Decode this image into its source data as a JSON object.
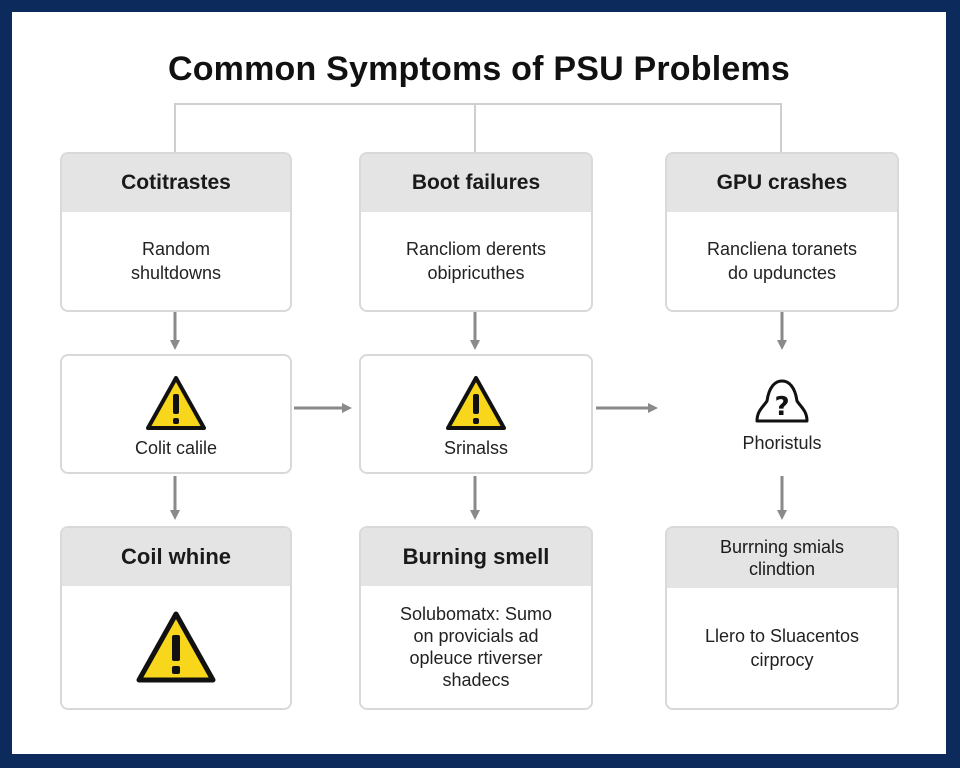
{
  "title": "Common Symptoms of PSU Problems",
  "columns": [
    {
      "top": {
        "header": "Cotitrastes",
        "body": [
          "Random",
          "shultdowns"
        ]
      },
      "middle": {
        "icon": "warning-triangle-icon",
        "label": "Colit calile"
      },
      "bottom": {
        "header": "Coil whine",
        "icon": "warning-triangle-icon"
      }
    },
    {
      "top": {
        "header": "Boot failures",
        "body": [
          "Rancliom derents",
          "obipricuthes"
        ]
      },
      "middle": {
        "icon": "warning-triangle-icon",
        "label": "Srinalss"
      },
      "bottom": {
        "header": "Burning smell",
        "body": [
          "Solubomatx: Sumo",
          "on provicials ad",
          "opleuce rtiverser",
          "shadecs"
        ]
      }
    },
    {
      "top": {
        "header": "GPU crashes",
        "body": [
          "Rancliena toranets",
          "do updunctes"
        ]
      },
      "middle": {
        "icon": "question-bell-icon",
        "label": "Phoristuls"
      },
      "bottom": {
        "header": "Burrning smials clindtion",
        "body": [
          "Llero to Sluacentos",
          "cirprocy"
        ]
      }
    }
  ],
  "colors": {
    "frame": "#0d2a5c",
    "header_bg": "#e4e4e4",
    "border": "#d9d9d9",
    "connector": "#8a8a8a",
    "warning_fill": "#f7d61c"
  }
}
